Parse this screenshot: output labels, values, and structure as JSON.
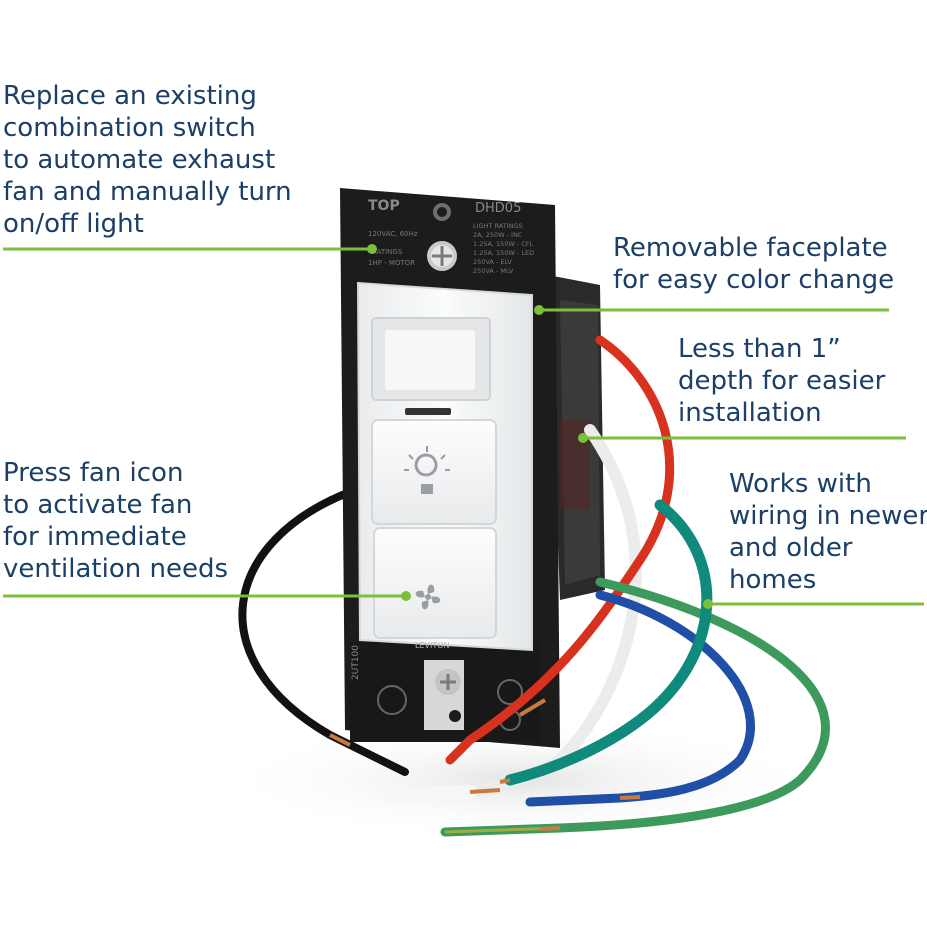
{
  "callouts": [
    {
      "lines": [
        "Replace an existing",
        "combination switch",
        "to automate exhaust",
        "fan and manually turn",
        "on/off light"
      ]
    },
    {
      "lines": [
        "Removable faceplate",
        "for easy color change"
      ]
    },
    {
      "lines": [
        "Less than 1”",
        "depth for easier",
        "installation"
      ]
    },
    {
      "lines": [
        "Press fan icon",
        "to activate fan",
        "for immediate",
        "ventilation needs"
      ]
    },
    {
      "lines": [
        "Works with",
        "wiring in newer",
        "and older",
        "homes"
      ]
    }
  ],
  "device": {
    "strap_top_text": "TOP",
    "model": "DHD05",
    "voltage": "120VAC, 60Hz",
    "ratings_title": "RATINGS",
    "motor_rating": "1HP - MOTOR",
    "light_ratings": [
      "LIGHT RATINGS",
      "2A, 250W - INC",
      "1.25A, 150W - CFL",
      "1.25A, 150W - LED",
      "250VA - ELV",
      "250VA - MLV"
    ],
    "side_code": "2UT100",
    "brand": "LEVITON",
    "light_button_icon": "lightbulb-icon",
    "fan_button_icon": "fan-icon"
  },
  "colors": {
    "callout_text": "#1b3f66",
    "guide_line": "#7bbf3a",
    "strap": "#1c1c1c",
    "device_body": "#f4f5f6",
    "wire_red": "#d8321e",
    "wire_black": "#121212",
    "wire_green": "#0f8a7d",
    "wire_blue": "#1f4fa6",
    "wire_white": "#f2f2f2",
    "wire_ground": "#3e9a5c"
  }
}
